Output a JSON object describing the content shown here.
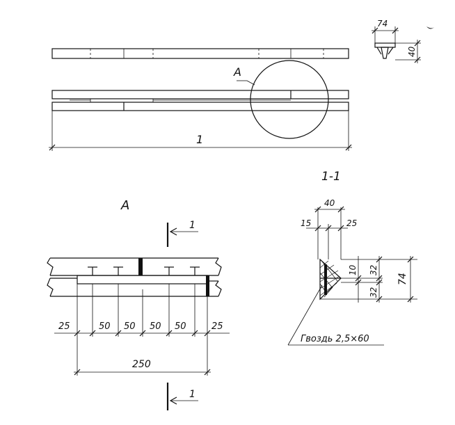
{
  "labels": {
    "callout": "А",
    "detail_title": "А",
    "section_title": "1-1",
    "cut_mark_top": "1",
    "cut_mark_bottom": "1",
    "nail_note": "Гвоздь 2,5×60"
  },
  "dimensions": {
    "overall_length": "1",
    "top_width": "74",
    "top_height": "40",
    "detail_spacings": [
      "25",
      "50",
      "50",
      "50",
      "50",
      "25"
    ],
    "detail_total": "250",
    "section_width": "40",
    "section_left": "15",
    "section_right": "25",
    "section_height": "74",
    "section_upper": "32",
    "section_lower": "32",
    "section_middle": "10"
  },
  "colors": {
    "ink": "#111111",
    "paper": "#ffffff"
  }
}
